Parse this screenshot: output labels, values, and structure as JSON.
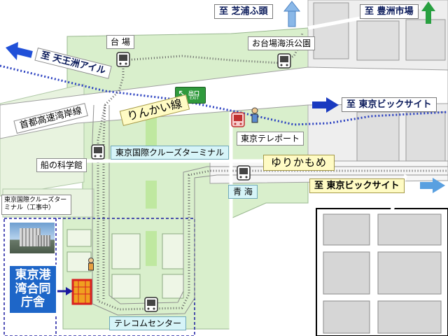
{
  "colors": {
    "land": "#c8e8c0",
    "land_light": "#e8f4e0",
    "road": "#ffffff",
    "water_blocks": "#e4e4e4",
    "rail_blue": "#3050c8",
    "yurikamome_track": "#606060",
    "arrow_blue": "#2050d8",
    "arrow_green": "#28a040",
    "office_blue": "#1e66c8",
    "target_orange": "#f0a020",
    "target_red": "#d82020"
  },
  "directions": {
    "shibaura": "至 芝浦ふ頭",
    "toyosu": "至 豊洲市場",
    "tennozu": "至 天王洲アイル",
    "bigsight_top": "至 東京ビックサイト",
    "bigsight_bottom": "至 東京ビックサイト"
  },
  "stations": {
    "daiba": "台 場",
    "odaiba_kaihin_koen": "お台場海浜公園",
    "tokyo_teleport": "東京テレポート",
    "cruise_terminal": "東京国際クルーズターミナル",
    "aomi": "青 海",
    "telecom_center": "テレコムセンター"
  },
  "lines": {
    "rinkai": "りんかい線",
    "yurikamome": "ゆりかもめ",
    "expressway": "首都高速湾岸線"
  },
  "places": {
    "museum": "船の科学館",
    "cruise_terminal_construction": "東京国際クルーズターミナル（工事中）",
    "office": "東京港湾合同庁舎"
  },
  "exit_sign": {
    "label": "出口",
    "sub": "EXIT"
  },
  "icons": [
    "station-icon",
    "teleport-station-icon",
    "person-icon",
    "exit-arrow-icon",
    "direction-arrow-icon",
    "building-photo"
  ]
}
